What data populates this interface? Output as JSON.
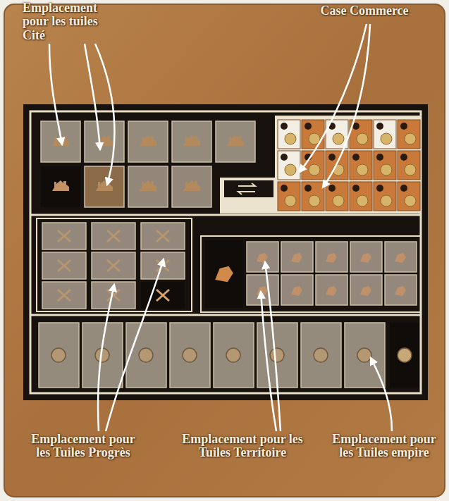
{
  "diagram": {
    "labels": [
      "Emplacement pour les tuiles Cité",
      "Case Commerce",
      "Emplacement pour les Tuiles Progrès",
      "Emplacement pour les Tuiles Territoire",
      "Emplacement pour les Tuiles empire"
    ]
  }
}
